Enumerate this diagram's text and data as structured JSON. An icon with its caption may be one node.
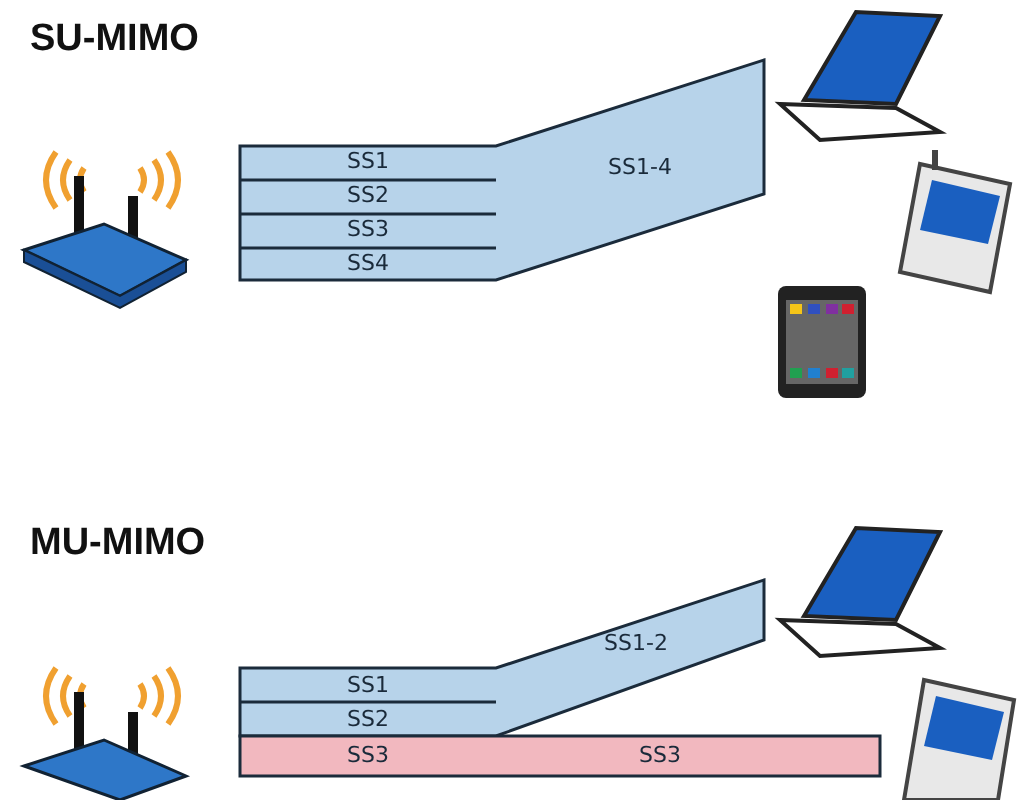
{
  "diagram": {
    "labels": [
      "SU-MIMO",
      "SS1",
      "SS2",
      "SS3",
      "SS4",
      "SS1-4",
      "MU-MIMO",
      "SS1-2",
      "SS1",
      "SS2",
      "SS3",
      "SS3"
    ]
  }
}
